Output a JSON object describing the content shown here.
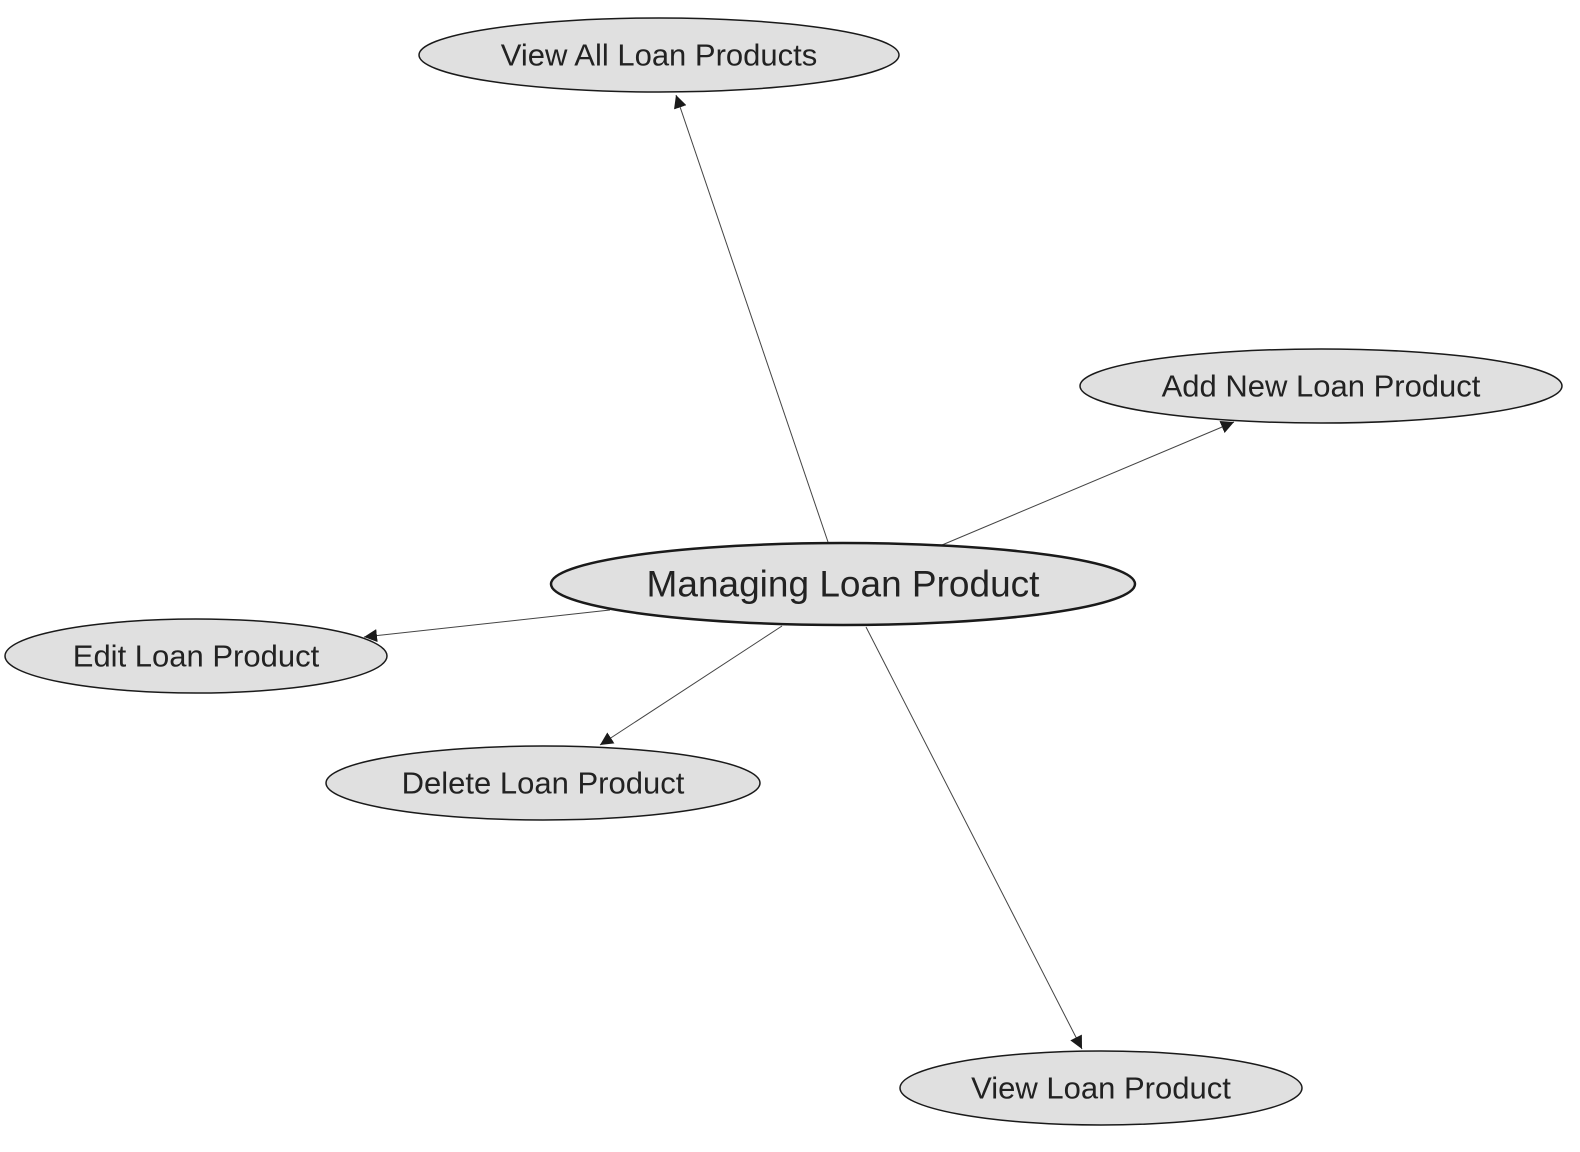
{
  "colors": {
    "node_fill": "#e0e0e0",
    "node_stroke": "#1a1a1a",
    "edge_stroke": "#444444",
    "arrowhead": "#1a1a1a",
    "text": "#222222"
  },
  "nodes": {
    "center": {
      "label": "Managing Loan Product"
    },
    "view_all": {
      "label": "View All Loan Products"
    },
    "add_new": {
      "label": "Add New Loan Product"
    },
    "edit": {
      "label": "Edit Loan Product"
    },
    "delete": {
      "label": "Delete Loan Product"
    },
    "view": {
      "label": "View Loan Product"
    }
  },
  "edges": [
    {
      "from": "center",
      "to": "view_all"
    },
    {
      "from": "center",
      "to": "add_new"
    },
    {
      "from": "center",
      "to": "edit"
    },
    {
      "from": "center",
      "to": "delete"
    },
    {
      "from": "center",
      "to": "view"
    }
  ]
}
